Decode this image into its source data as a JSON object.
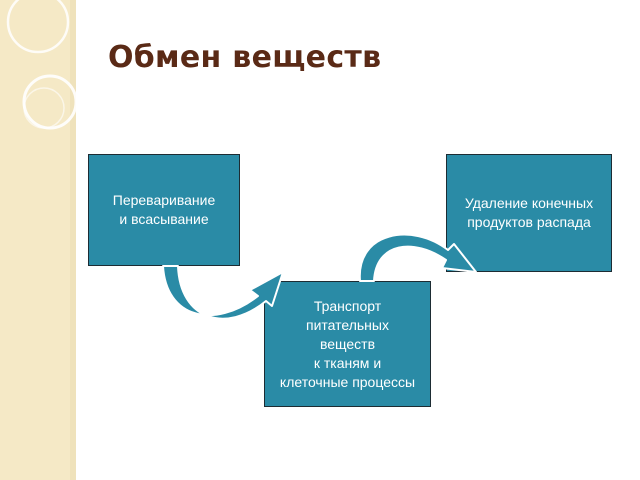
{
  "slide": {
    "title": "Обмен веществ"
  },
  "diagram": {
    "boxes": [
      {
        "id": "digestion",
        "label": "Переваривание\nи всасывание"
      },
      {
        "id": "transport",
        "label": "Транспорт\nпитательных\nвеществ\nк тканям и\nклеточные процессы"
      },
      {
        "id": "excretion",
        "label": "Удаление конечных\nпродуктов распада"
      }
    ]
  },
  "colors": {
    "box_fill": "#2a8ba6",
    "title": "#5a2a16",
    "band": "#f5e9c6"
  }
}
